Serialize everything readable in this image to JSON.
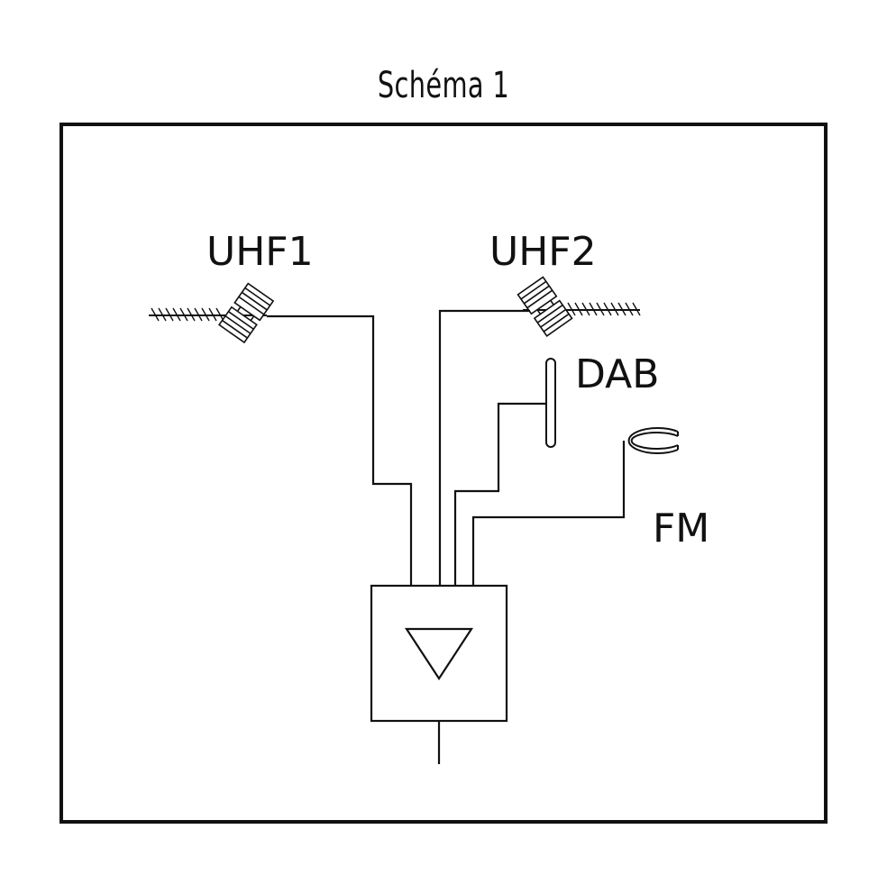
{
  "title": "Schéma 1",
  "labels": {
    "uhf1": "UHF1",
    "uhf2": "UHF2",
    "dab": "DAB",
    "fm": "FM"
  },
  "colors": {
    "line": "#111111",
    "background": "#ffffff"
  },
  "icons": {
    "uhf1": "yagi-antenna-icon",
    "uhf2": "yagi-antenna-icon",
    "dab": "dab-dipole-antenna-icon",
    "fm": "fm-loop-antenna-icon",
    "amplifier": "amplifier-triangle-icon"
  }
}
